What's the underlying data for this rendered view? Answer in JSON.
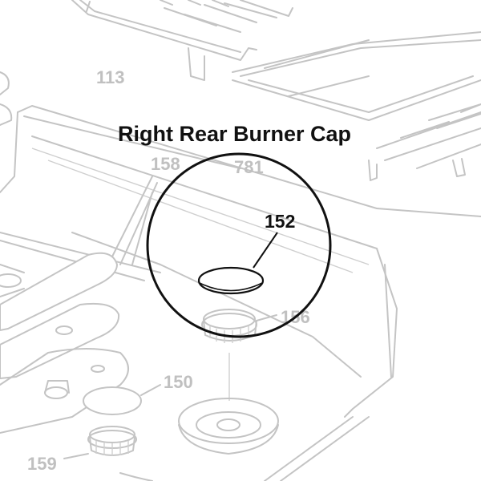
{
  "title": "Right Rear Burner Cap",
  "highlight": {
    "part_number": "152",
    "line_color": "#111111"
  },
  "background_parts": {
    "color": "#c0c0c0",
    "labels": {
      "grate_left": "113",
      "side_rail": "158",
      "grate_right": "781",
      "burner_right_rear": "156",
      "cap_left_front": "150",
      "burner_left_front": "159"
    }
  }
}
